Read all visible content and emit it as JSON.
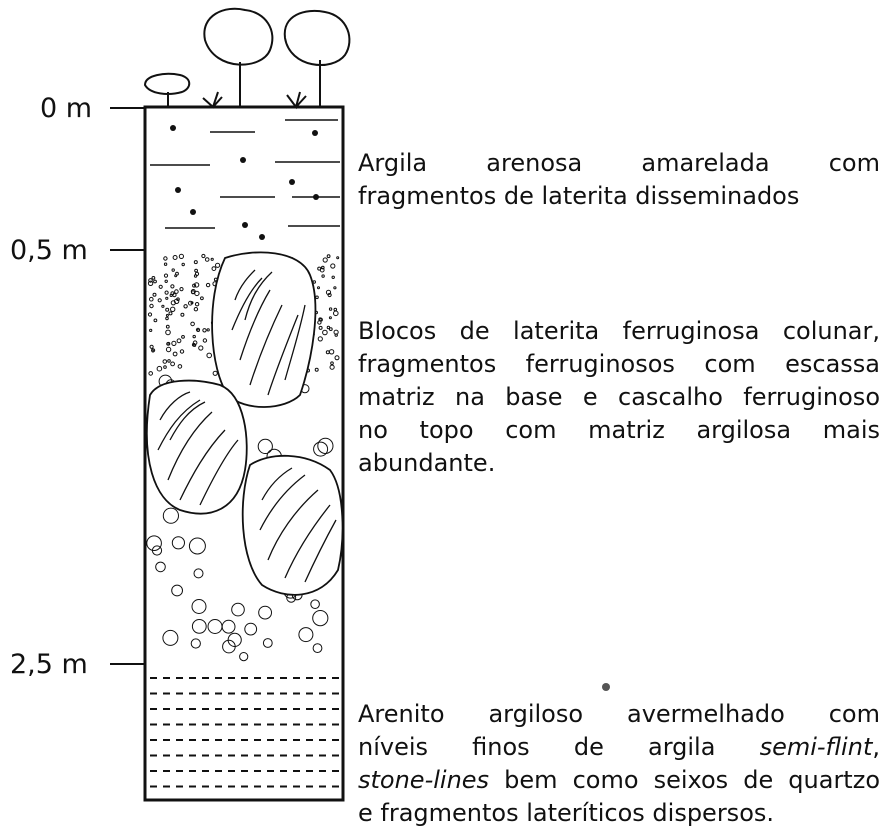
{
  "depths": {
    "d0": "0 m",
    "d05": "0,5 m",
    "d25": "2,5 m"
  },
  "layers": {
    "top": {
      "line1": "Argila arenosa amarelada com",
      "line2": "fragmentos de laterita disseminados"
    },
    "middle": {
      "line1": "Blocos de laterita ferruginosa colunar,",
      "line2": "fragmentos ferruginosos com escassa",
      "line3": "matriz na base e cascalho ferruginoso",
      "line4": "no topo com matriz argilosa mais",
      "line5": "abundante."
    },
    "bottom": {
      "line1": "Arenito argiloso avermelhado com",
      "line2_a": "níveis finos de argila ",
      "line2_em": "semi-flint",
      "line2_b": ",",
      "line3_em": "stone-lines",
      "line3_b": " bem como seixos de quartzo",
      "line4": "e fragmentos lateríticos dispersos."
    }
  }
}
